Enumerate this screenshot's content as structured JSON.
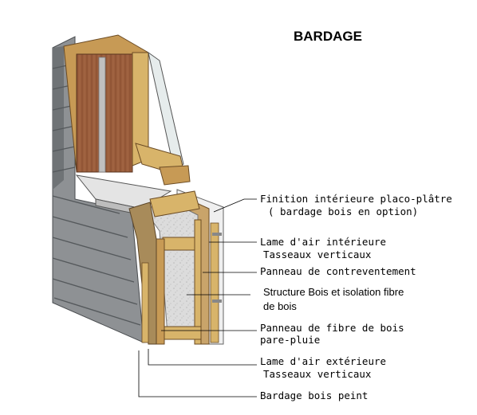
{
  "title": "BARDAGE",
  "labels": {
    "finition_line1": "Finition intérieure placo-plâtre",
    "finition_line2": "( bardage bois en option)",
    "lame_int_line1": "Lame d'air intérieure",
    "lame_int_line2": "Tasseaux verticaux",
    "panneau_contrev": "Panneau de contreventement",
    "structure_line1": "Structure Bois et isolation fibre",
    "structure_line2": "de bois",
    "fibre_line1": "Panneau de fibre de bois",
    "fibre_line2": "pare-pluie",
    "lame_ext_line1": "Lame d'air extérieure",
    "lame_ext_line2": "Tasseaux verticaux",
    "bardage_peint": "Bardage bois peint"
  },
  "colors": {
    "cladding": "#8e9194",
    "cladding_dark": "#5f6366",
    "wood_light": "#d8b46a",
    "wood_dark": "#b08a45",
    "door_wood": "#9b5e3c",
    "insulation": "#d9d9d9",
    "plaster": "#e9e9e9",
    "glass": "#e6ecec"
  }
}
